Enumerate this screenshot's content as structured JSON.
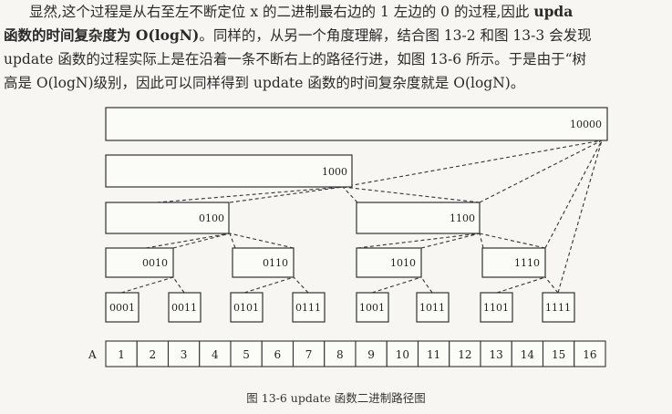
{
  "paragraph": {
    "line1_indent": "显然,这个过程是从右至左不断定位 x 的二进制最右边的 1 左边的 0 的过程,因此 ",
    "line1_bold": "upda",
    "line2_bold": "函数的时间复杂度为 O(logN)",
    "line2_rest": "。同样的，从另一个角度理解，结合图 13-2 和图 13-3 会发现",
    "line3": "update 函数的过程实际上是在沿着一条不断右上的路径行进，如图 13-6 所示。于是由于“树",
    "line4": "高是 O(logN)级别，因此可以同样得到 update 函数的时间复杂度就是 O(logN)。"
  },
  "figure": {
    "level4": [
      "10000"
    ],
    "level3": [
      "1000"
    ],
    "level2": [
      "0100",
      "1100"
    ],
    "level1": [
      "0010",
      "0110",
      "1010",
      "1110"
    ],
    "leaves": [
      "0001",
      "0011",
      "0101",
      "0111",
      "1001",
      "1011",
      "1101",
      "1111"
    ],
    "array_label": "A",
    "array_cells": [
      "1",
      "2",
      "3",
      "4",
      "5",
      "6",
      "7",
      "8",
      "9",
      "10",
      "11",
      "12",
      "13",
      "14",
      "15",
      "16"
    ],
    "caption": "图 13-6   update 函数二进制路径图"
  }
}
